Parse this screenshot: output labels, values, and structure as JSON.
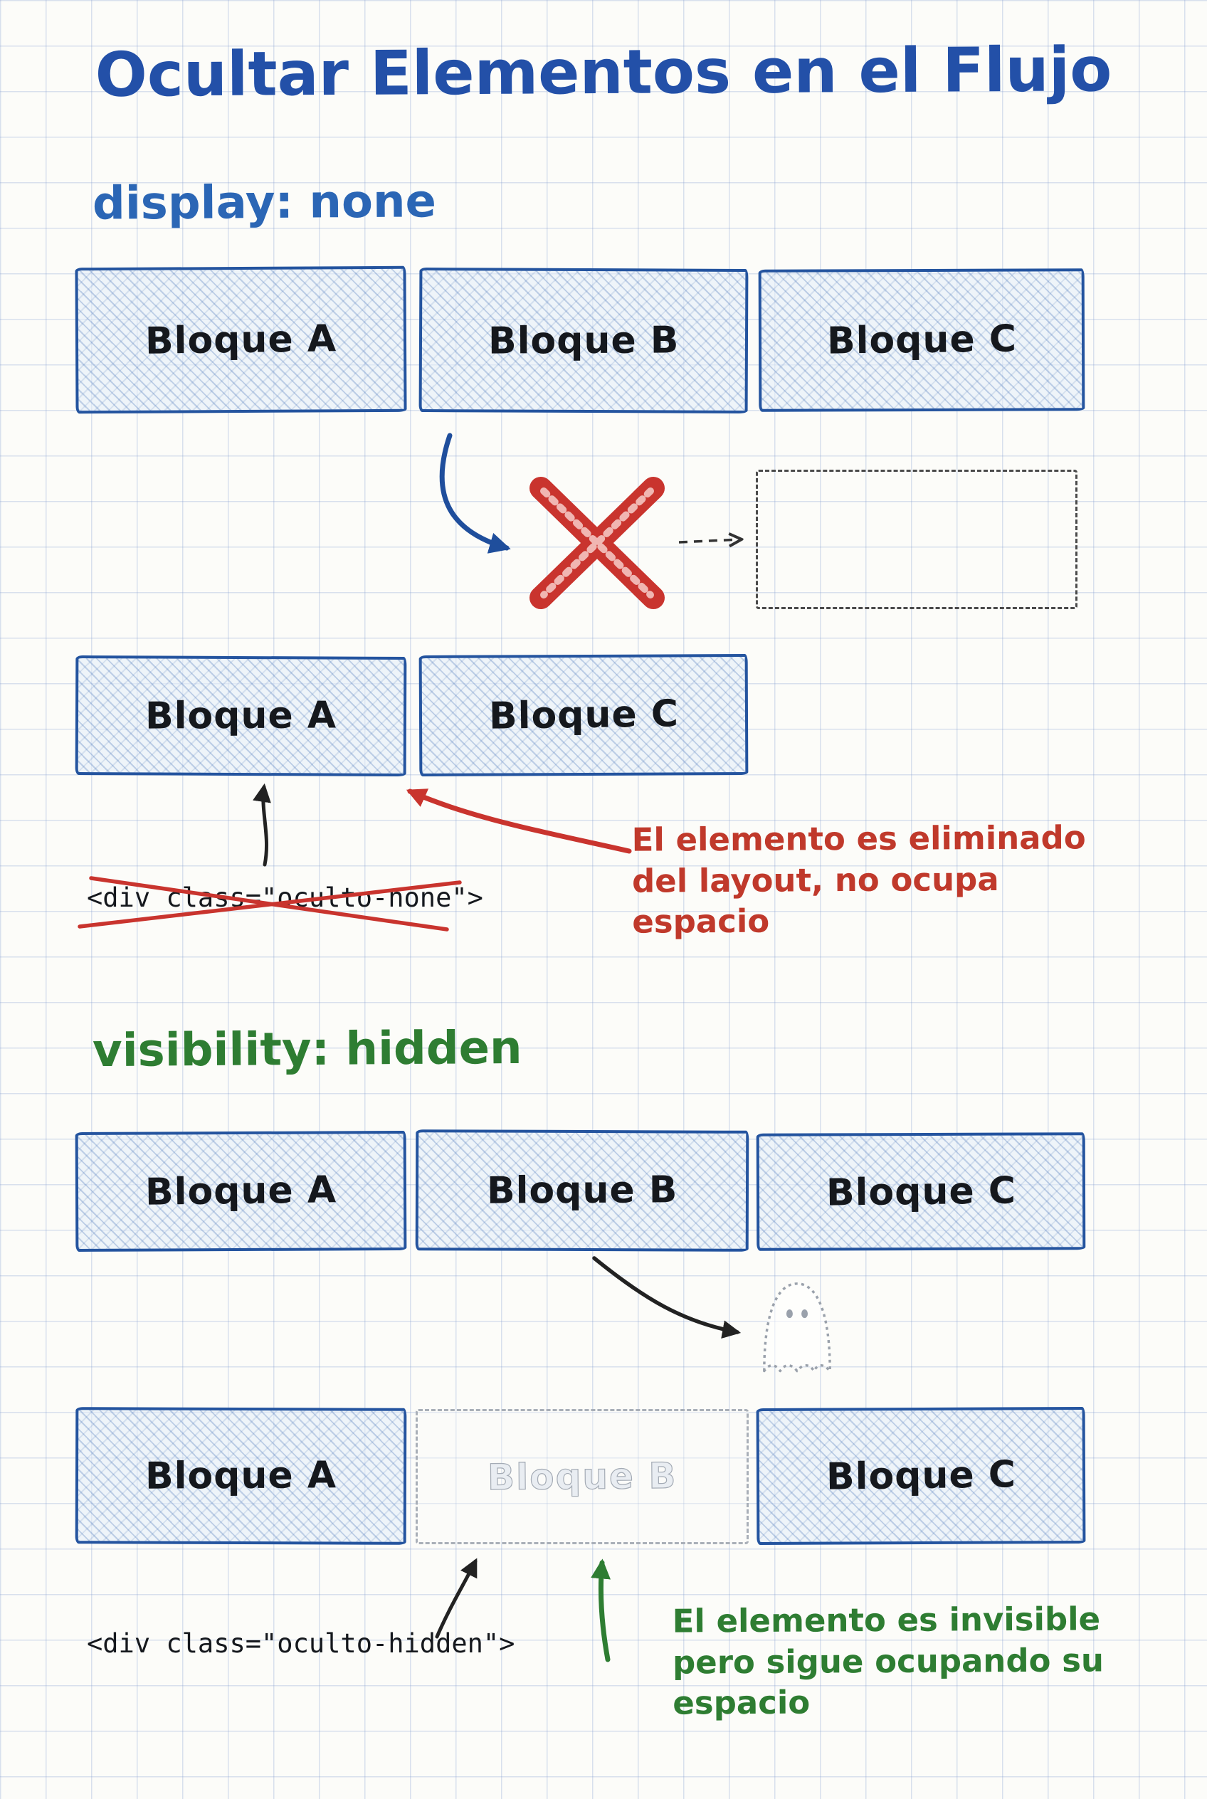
{
  "title": "Ocultar Elementos en el Flujo",
  "display_none": {
    "heading": "display: none",
    "before": [
      "Bloque A",
      "Bloque B",
      "Bloque C"
    ],
    "after": [
      "Bloque A",
      "Bloque C"
    ],
    "code": "<div class=\"oculto-none\">",
    "annotation": {
      "line1": "El elemento es eliminado",
      "line2": "del layout, no ocupa",
      "line3": "espacio"
    }
  },
  "visibility_hidden": {
    "heading": "visibility: hidden",
    "before": [
      "Bloque A",
      "Bloque B",
      "Bloque C"
    ],
    "after": [
      "Bloque A",
      "Bloque C"
    ],
    "hidden_label": "Bloque B",
    "code": "<div class=\"oculto-hidden\">",
    "annotation": {
      "line1": "El elemento es invisible",
      "line2": "pero sigue ocupando su",
      "line3": "espacio"
    }
  },
  "icons": {
    "red-x-icon": "✖",
    "ghost-icon": "👻",
    "arrow-icon": "→"
  },
  "colors": {
    "title_blue": "#2350a8",
    "heading_blue": "#2b66b5",
    "heading_green": "#2e7d32",
    "block_border_blue": "#24549f",
    "hatch_blue": "#4974b8",
    "annotation_red": "#c0392b",
    "x_red": "#c9342e",
    "ghost_gray": "#9aa1ab",
    "grid_blue": "#c7d3e8"
  }
}
